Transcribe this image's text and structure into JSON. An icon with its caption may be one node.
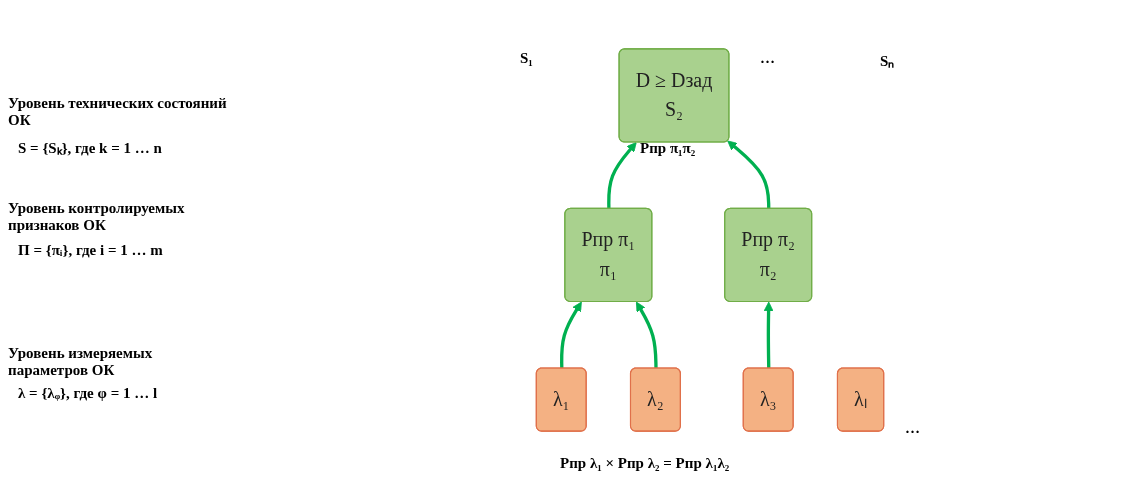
{
  "diagram": {
    "nodes": [
      {
        "text": [
          "D ≥ Dзад",
          "S₂"
        ]
      },
      {
        "text": [
          "Pпр π₁",
          "π₁"
        ]
      },
      {
        "text": [
          "Pпр π₂",
          "π₂"
        ]
      },
      {
        "text": [
          "λ₁"
        ]
      },
      {
        "text": [
          "λ₂"
        ]
      },
      {
        "text": [
          "λ₃"
        ]
      },
      {
        "text": [
          "λₗ"
        ]
      }
    ],
    "edges": [
      {
        "from": 1,
        "to": 0,
        "arrow": "to"
      },
      {
        "from": 2,
        "to": 0,
        "arrow": "to"
      },
      {
        "from": 3,
        "to": 1,
        "arrow": "to"
      },
      {
        "from": 4,
        "to": 1,
        "arrow": "to"
      },
      {
        "from": 5,
        "to": 2,
        "arrow": "to"
      }
    ],
    "labels": [
      "Уровень технических состояний ОК",
      "S = {Sₖ}, где k = 1 … n",
      "S₁",
      "…",
      "Sₙ",
      "Уровень контролируемых признаков ОК",
      "Π = {πᵢ}, где i = 1 … m",
      "Pпр π₁π₂",
      "Уровень измеряемых параметров ОК",
      "λ = {λᵩ}, где φ = 1 … l",
      "…",
      "Pпр λ₁ × Pпр λ₂ = Pпр λ₁λ₂"
    ]
  }
}
